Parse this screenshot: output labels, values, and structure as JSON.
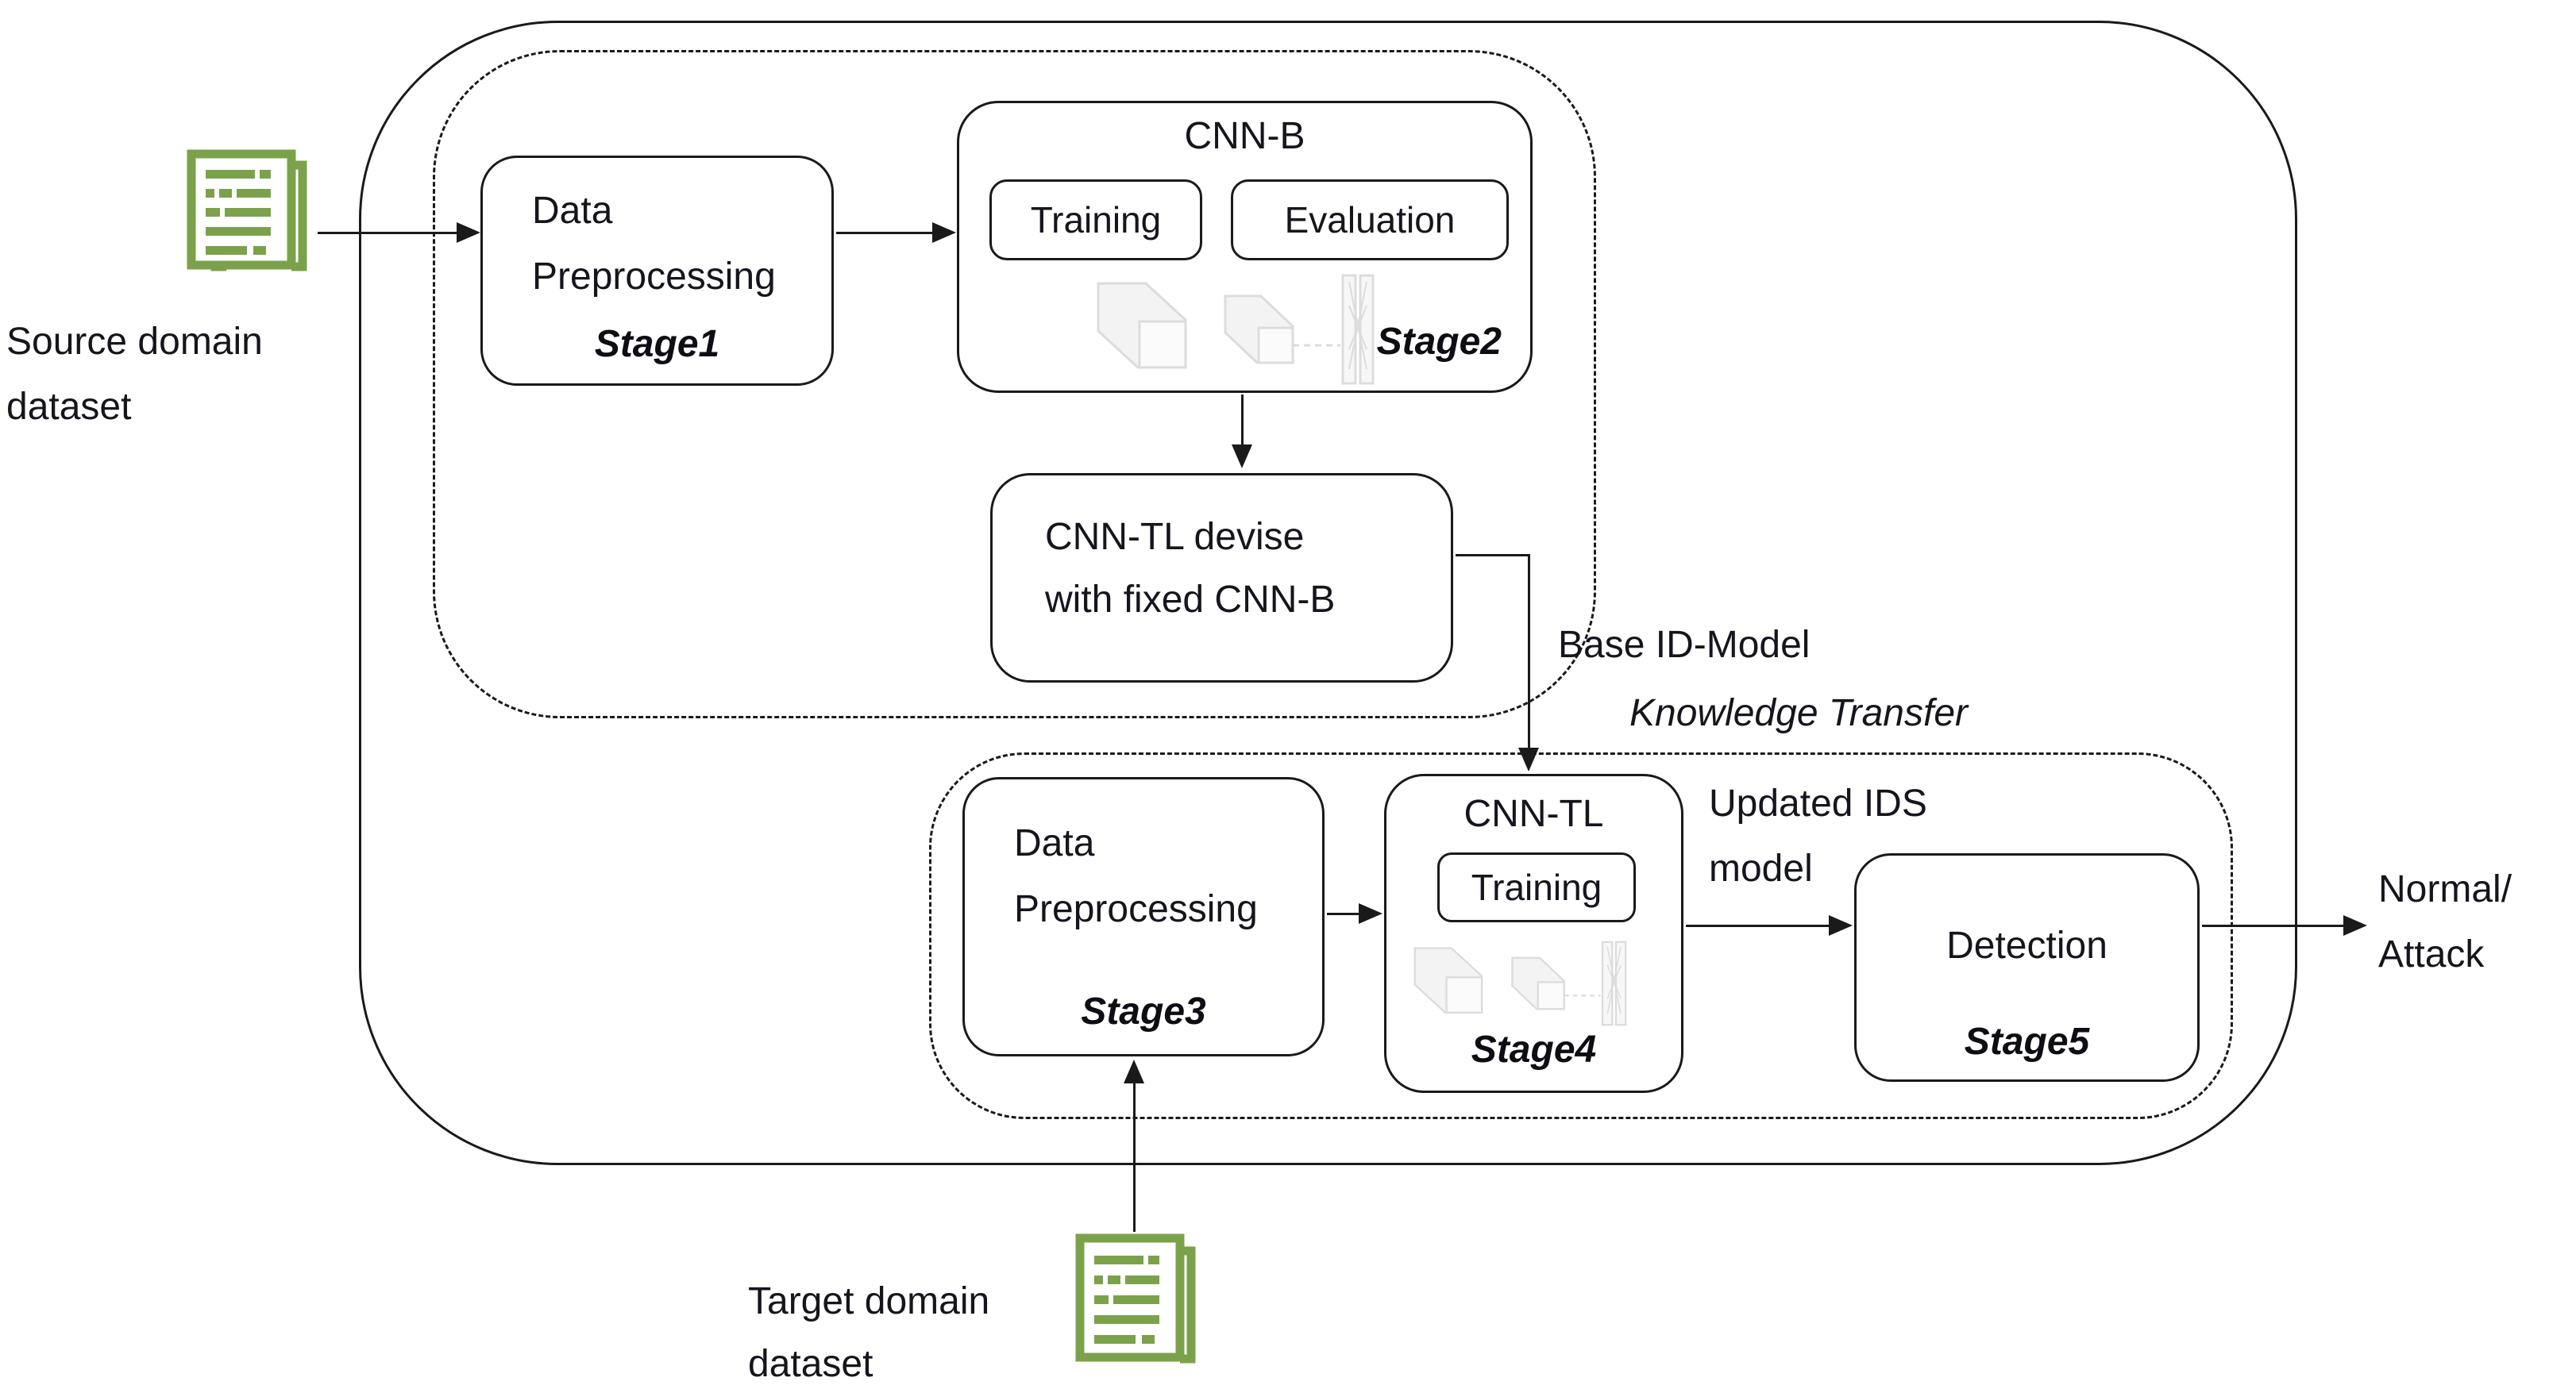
{
  "diagram": {
    "source_dataset": {
      "line1": "Source domain",
      "line2": "dataset",
      "icon": "document-icon"
    },
    "target_dataset": {
      "line1": "Target domain",
      "line2": "dataset",
      "icon": "document-icon"
    },
    "stage1": {
      "line1": "Data",
      "line2": "Preprocessing",
      "stage_label": "Stage1"
    },
    "cnn_b": {
      "title": "CNN-B",
      "training_label": "Training",
      "evaluation_label": "Evaluation",
      "stage_label": "Stage2",
      "art": "cnn-layers-art"
    },
    "cnn_tl_devise": {
      "line1": "CNN-TL devise",
      "line2": "with fixed CNN-B"
    },
    "transfer_annotation": {
      "line1": "Base ID-Model",
      "line2": "Knowledge  Transfer"
    },
    "stage3": {
      "line1": "Data",
      "line2": "Preprocessing",
      "stage_label": "Stage3"
    },
    "cnn_tl": {
      "title": "CNN-TL",
      "training_label": "Training",
      "stage_label": "Stage4",
      "art": "cnn-layers-art"
    },
    "updated_model_annotation": {
      "line1": "Updated IDS",
      "line2": "model"
    },
    "detection": {
      "label": "Detection",
      "stage_label": "Stage5"
    },
    "output_annotation": {
      "line1": "Normal/",
      "line2": "Attack"
    },
    "colors": {
      "dataset_icon_green": "#7ba24b",
      "line_black": "#1a1a1a",
      "text": "#15151e"
    }
  }
}
